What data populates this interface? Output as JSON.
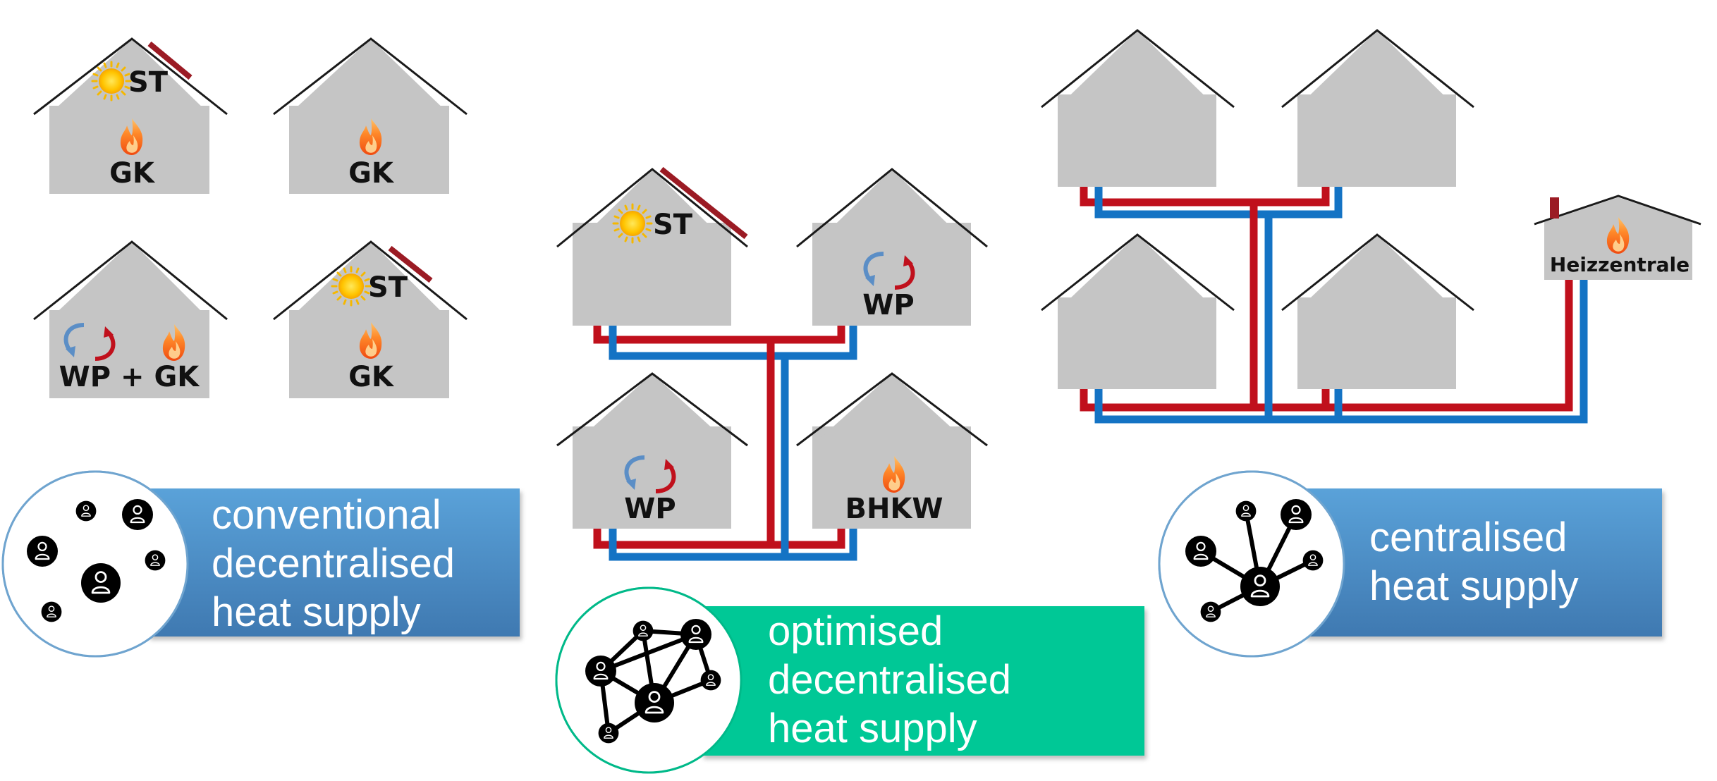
{
  "colors": {
    "house_fill": "#c5c5c5",
    "roof_line": "#1a1a1a",
    "solar_panel": "#9b1b24",
    "pipe_supply": "#c0101c",
    "pipe_return": "#1473c4",
    "box_blue_top": "#5aa2d9",
    "box_blue_bottom": "#3f79b1",
    "box_green": "#00c896",
    "circle_blue_ring": "#6fa4cf",
    "circle_green_ring": "#00b989"
  },
  "labels": {
    "ST": "ST",
    "GK": "GK",
    "WP": "WP",
    "WP_GK": "WP + GK",
    "BHKW": "BHKW",
    "heizzentrale": "Heizzentrale"
  },
  "captions": {
    "conventional": [
      "conventional",
      "decentralised",
      "heat supply"
    ],
    "optimised": [
      "optimised",
      "decentralised",
      "heat supply"
    ],
    "centralised": [
      "centralised",
      "heat supply"
    ]
  },
  "icons": {
    "sun": "sun-icon",
    "flame": "flame-icon",
    "heat_pump": "heat-pump-cycle-icon",
    "person": "person-icon",
    "chimney": "chimney-icon"
  }
}
